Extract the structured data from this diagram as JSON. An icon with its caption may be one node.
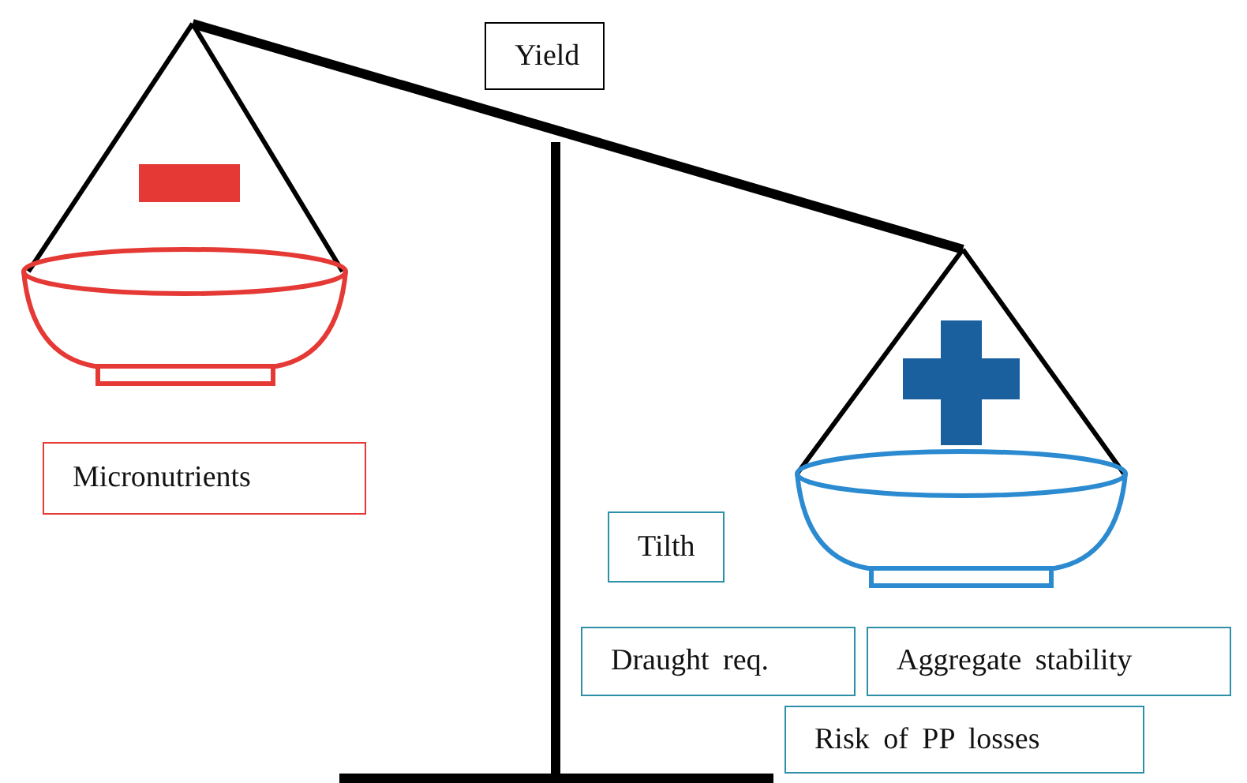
{
  "diagram": {
    "nodes": [
      {
        "text": [
          "Yield"
        ]
      },
      {
        "text": [
          "Micronutrients"
        ]
      },
      {
        "text": [
          "Tilth"
        ]
      },
      {
        "text": [
          "Draught req."
        ]
      },
      {
        "text": [
          "Aggregate stability"
        ]
      },
      {
        "text": [
          "Risk of PP losses"
        ]
      }
    ]
  }
}
